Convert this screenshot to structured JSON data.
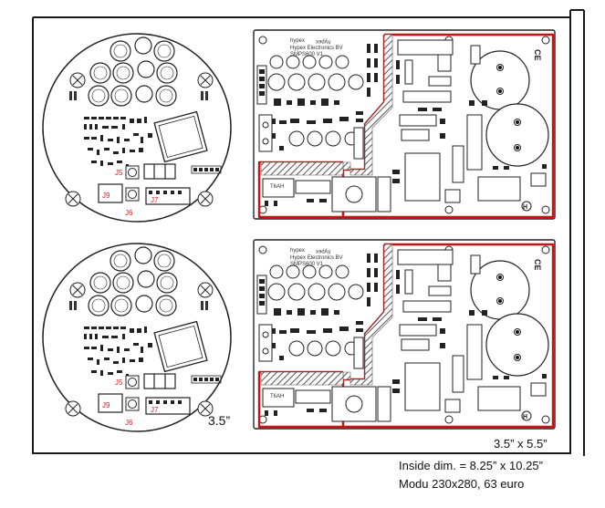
{
  "labels": {
    "round_board_size": "3.5”",
    "rect_board_size": "3.5” x 5.5”",
    "inside_dimensions": "Inside dim. = 8.25” x 10.25”",
    "enclosure_note": "Modu 230x280, 63 euro"
  },
  "round_board": {
    "connectors": [
      "J5",
      "J6",
      "J7",
      "J9"
    ]
  },
  "rect_board": {
    "brand": "hypex",
    "brand_line": "Hypex Electronics BV",
    "model": "SMPS600 V1",
    "fuse_label": "T6AH"
  },
  "colors": {
    "outline": "#1a1a1a",
    "highlight": "#cc1111",
    "hatch": "#555555",
    "connector_label": "#cc2222"
  }
}
